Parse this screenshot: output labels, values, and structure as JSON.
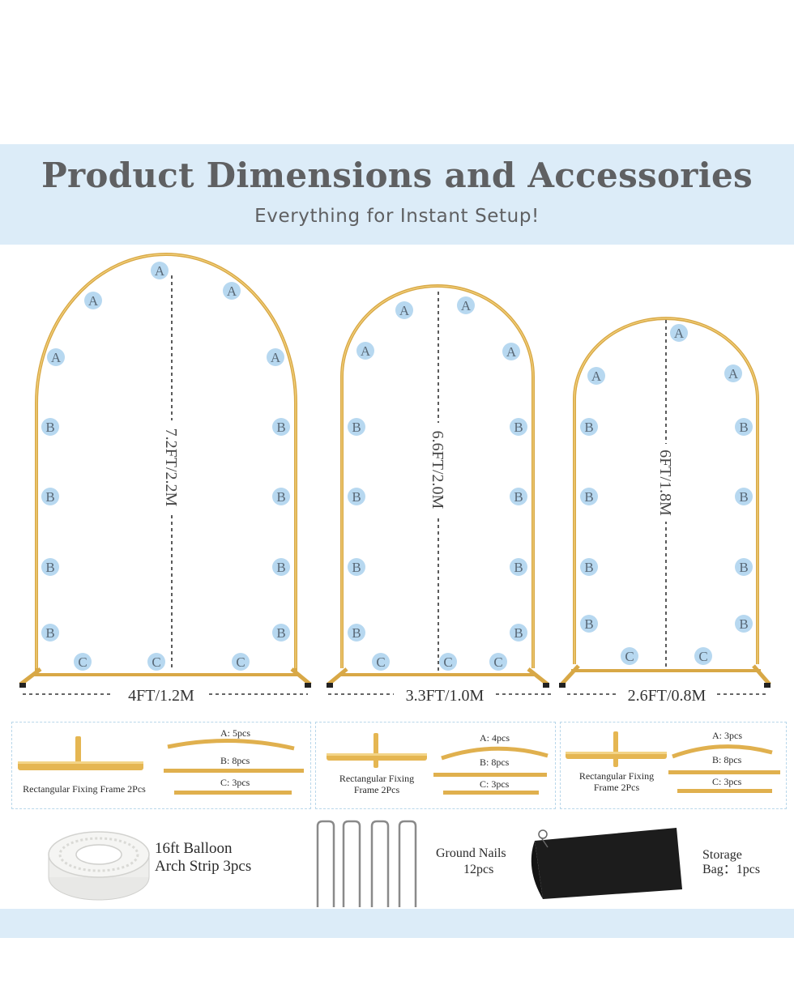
{
  "header": {
    "title": "Product Dimensions and Accessories",
    "subtitle": "Everything for Instant Setup!"
  },
  "colors": {
    "band": "#dcecf8",
    "gold": "#e2b550",
    "marker": "#b7d8f0",
    "title": "#5f6062"
  },
  "arches": [
    {
      "height_label": "7.2FT/2.2M",
      "width_label": "4FT/1.2M"
    },
    {
      "height_label": "6.6FT/2.0M",
      "width_label": "3.3FT/1.0M"
    },
    {
      "height_label": "6FT/1.8M",
      "width_label": "2.6FT/0.8M"
    }
  ],
  "part_letters": {
    "a": "A",
    "b": "B",
    "c": "C"
  },
  "kits": [
    {
      "frame_label": "Rectangular Fixing Frame 2Pcs",
      "a": "A: 5pcs",
      "b": "B: 8pcs",
      "c": "C: 3pcs"
    },
    {
      "frame_label_1": "Rectangular Fixing",
      "frame_label_2": "Frame 2Pcs",
      "a": "A: 4pcs",
      "b": "B: 8pcs",
      "c": "C: 3pcs"
    },
    {
      "frame_label_1": "Rectangular Fixing",
      "frame_label_2": "Frame 2Pcs",
      "a": "A: 3pcs",
      "b": "B: 8pcs",
      "c": "C: 3pcs"
    }
  ],
  "extras": {
    "strip_line1": "16ft Balloon",
    "strip_line2": "Arch Strip 3pcs",
    "nails_line1": "Ground Nails",
    "nails_line2": "12pcs",
    "bag_line1": "Storage",
    "bag_line2": "Bag：1pcs"
  }
}
